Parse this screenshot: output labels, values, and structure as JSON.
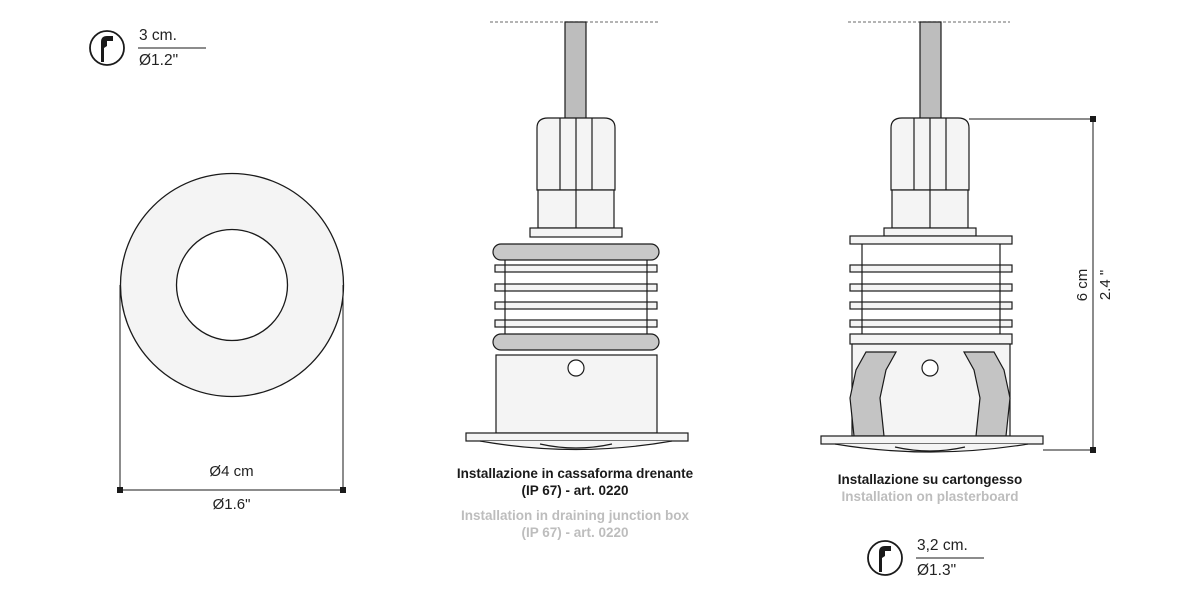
{
  "hole_top": {
    "metric": "3 cm.",
    "imperial": "Ø1.2\""
  },
  "front_view": {
    "diameter_metric": "Ø4 cm",
    "diameter_imperial": "Ø1.6\""
  },
  "install_draining": {
    "caption_it_line1": "Installazione in cassaforma drenante",
    "caption_it_line2": "(IP 67) - art. 0220",
    "caption_en_line1": "Installation in draining junction box",
    "caption_en_line2": "(IP 67) - art. 0220"
  },
  "install_plasterboard": {
    "caption_it": "Installazione su cartongesso",
    "caption_en": "Installation on plasterboard",
    "height_metric": "6 cm",
    "height_imperial": "2.4 \""
  },
  "hole_bottom": {
    "metric": "3,2 cm.",
    "imperial": "Ø1.3\""
  },
  "colors": {
    "line": "#1a1a1a",
    "fill": "#f4f4f4",
    "cable": "#bdbdbd",
    "caption_en": "#bdbdbd"
  }
}
